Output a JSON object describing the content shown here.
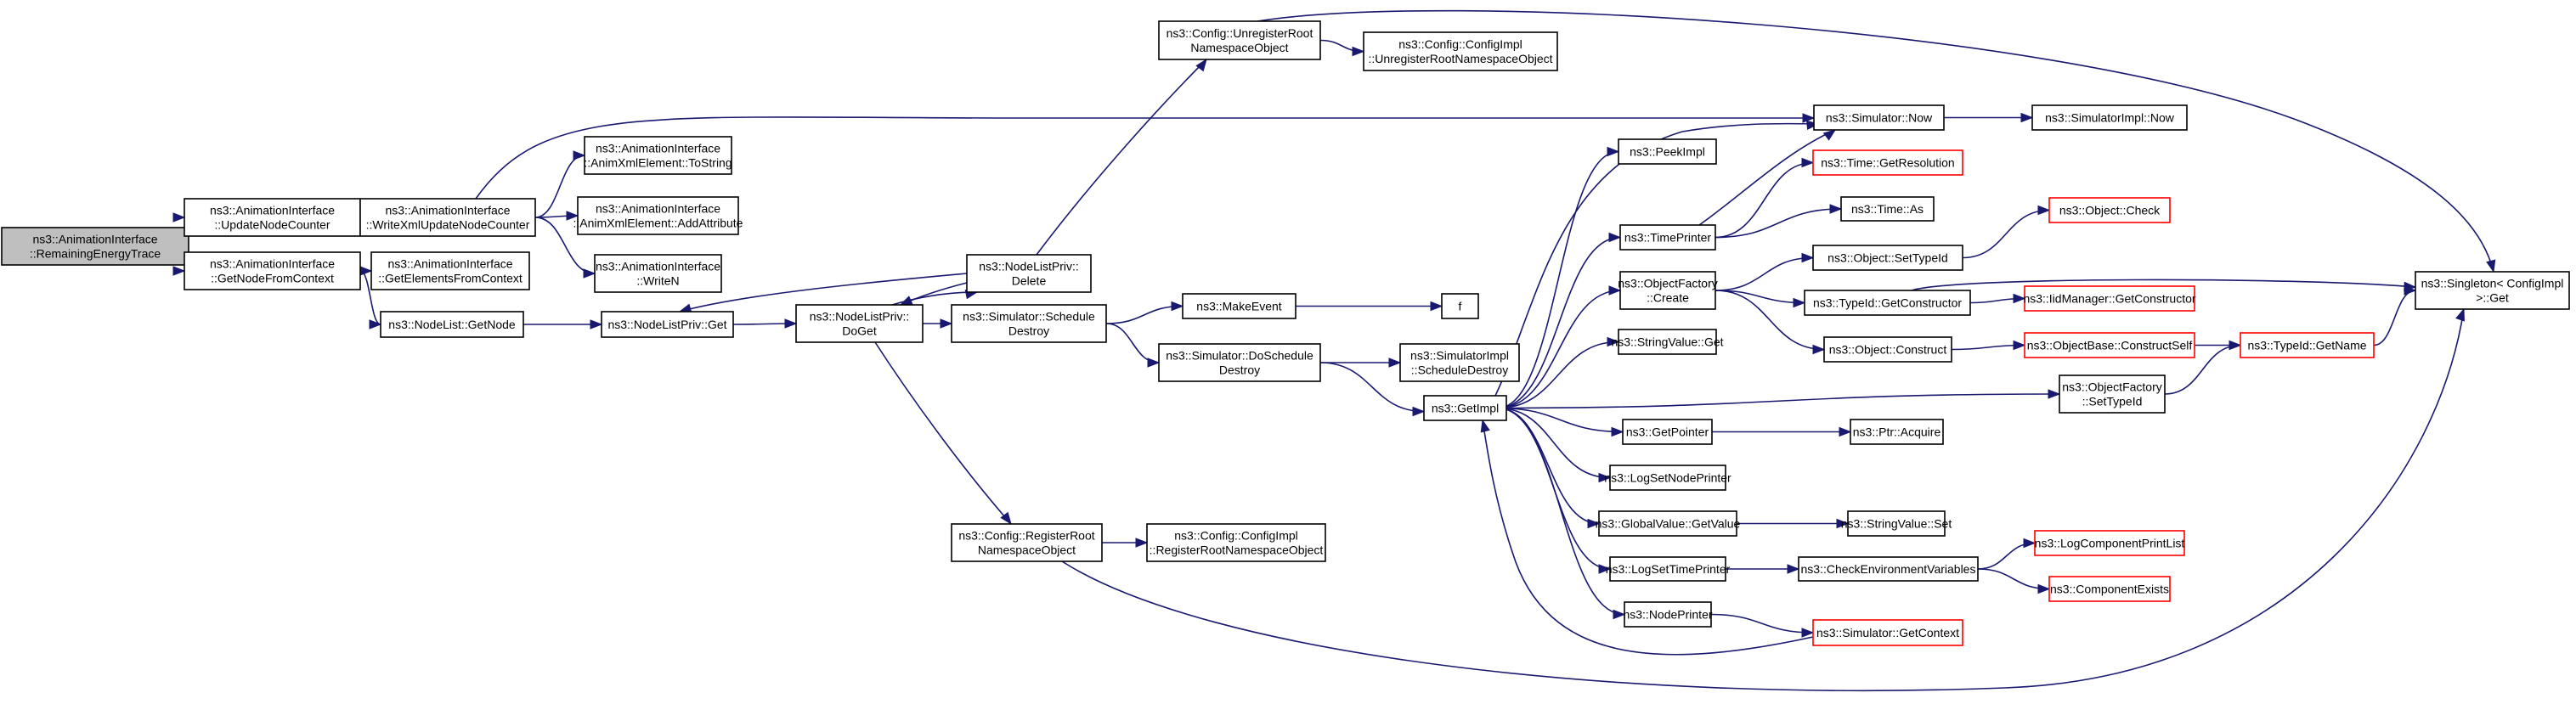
{
  "nodes": [
    {
      "id": "n_ret",
      "lines": [
        "ns3::AnimationInterface",
        "::RemainingEnergyTrace"
      ],
      "root": true
    },
    {
      "id": "n_unc",
      "lines": [
        "ns3::AnimationInterface",
        "::UpdateNodeCounter"
      ]
    },
    {
      "id": "n_gnc",
      "lines": [
        "ns3::AnimationInterface",
        "::GetNodeFromContext"
      ]
    },
    {
      "id": "n_wxu",
      "lines": [
        "ns3::AnimationInterface",
        "::WriteXmlUpdateNodeCounter"
      ]
    },
    {
      "id": "n_gef",
      "lines": [
        "ns3::AnimationInterface",
        "::GetElementsFromContext"
      ]
    },
    {
      "id": "n_nlg",
      "lines": [
        "ns3::NodeList::GetNode"
      ]
    },
    {
      "id": "n_ts1",
      "lines": [
        "ns3::AnimationInterface",
        "::AnimXmlElement::ToString"
      ]
    },
    {
      "id": "n_aa",
      "lines": [
        "ns3::AnimationInterface",
        "::AnimXmlElement::AddAttribute"
      ]
    },
    {
      "id": "n_wn",
      "lines": [
        "ns3::AnimationInterface",
        "::WriteN"
      ]
    },
    {
      "id": "n_nlpget",
      "lines": [
        "ns3::NodeListPriv::Get"
      ]
    },
    {
      "id": "n_doget",
      "lines": [
        "ns3::NodeListPriv::",
        "DoGet"
      ]
    },
    {
      "id": "n_del",
      "lines": [
        "ns3::NodeListPriv::",
        "Delete"
      ]
    },
    {
      "id": "n_unreg",
      "lines": [
        "ns3::Config::UnregisterRoot",
        "NamespaceObject"
      ]
    },
    {
      "id": "n_cfgunreg",
      "lines": [
        "ns3::Config::ConfigImpl",
        "::UnregisterRootNamespaceObject"
      ]
    },
    {
      "id": "n_sched",
      "lines": [
        "ns3::Simulator::Schedule",
        "Destroy"
      ]
    },
    {
      "id": "n_reg",
      "lines": [
        "ns3::Config::RegisterRoot",
        "NamespaceObject"
      ]
    },
    {
      "id": "n_cfgreg",
      "lines": [
        "ns3::Config::ConfigImpl",
        "::RegisterRootNamespaceObject"
      ]
    },
    {
      "id": "n_mkev",
      "lines": [
        "ns3::MakeEvent"
      ]
    },
    {
      "id": "n_dosched",
      "lines": [
        "ns3::Simulator::DoSchedule",
        "Destroy"
      ]
    },
    {
      "id": "n_f",
      "lines": [
        "f"
      ]
    },
    {
      "id": "n_simpl_sd",
      "lines": [
        "ns3::SimulatorImpl",
        "::ScheduleDestroy"
      ]
    },
    {
      "id": "n_getimpl",
      "lines": [
        "ns3::GetImpl"
      ]
    },
    {
      "id": "n_now",
      "lines": [
        "ns3::Simulator::Now"
      ]
    },
    {
      "id": "n_simpl_now",
      "lines": [
        "ns3::SimulatorImpl::Now"
      ]
    },
    {
      "id": "n_peek",
      "lines": [
        "ns3::PeekImpl"
      ]
    },
    {
      "id": "n_getres",
      "lines": [
        "ns3::Time::GetResolution"
      ],
      "red": true
    },
    {
      "id": "n_tp",
      "lines": [
        "ns3::TimePrinter"
      ]
    },
    {
      "id": "n_timeas",
      "lines": [
        "ns3::Time::As"
      ]
    },
    {
      "id": "n_ofc",
      "lines": [
        "ns3::ObjectFactory",
        "::Create"
      ]
    },
    {
      "id": "n_ostid",
      "lines": [
        "ns3::Object::SetTypeId"
      ]
    },
    {
      "id": "n_ocheck",
      "lines": [
        "ns3::Object::Check"
      ],
      "red": true
    },
    {
      "id": "n_tgc",
      "lines": [
        "ns3::TypeId::GetConstructor"
      ]
    },
    {
      "id": "n_iidgc",
      "lines": [
        "ns3::IidManager::GetConstructor"
      ],
      "red": true
    },
    {
      "id": "n_oconst",
      "lines": [
        "ns3::Object::Construct"
      ]
    },
    {
      "id": "n_obcs",
      "lines": [
        "ns3::ObjectBase::ConstructSelf"
      ],
      "red": true
    },
    {
      "id": "n_tgn",
      "lines": [
        "ns3::TypeId::GetName"
      ],
      "red": true
    },
    {
      "id": "n_single",
      "lines": [
        "ns3::Singleton< ConfigImpl",
        " >::Get"
      ]
    },
    {
      "id": "n_svget",
      "lines": [
        "ns3::StringValue::Get"
      ]
    },
    {
      "id": "n_ofstid",
      "lines": [
        "ns3::ObjectFactory",
        "::SetTypeId"
      ]
    },
    {
      "id": "n_getptr",
      "lines": [
        "ns3::GetPointer"
      ]
    },
    {
      "id": "n_ptracq",
      "lines": [
        "ns3::Ptr::Acquire"
      ]
    },
    {
      "id": "n_lsnp",
      "lines": [
        "ns3::LogSetNodePrinter"
      ]
    },
    {
      "id": "n_gvget",
      "lines": [
        "ns3::GlobalValue::GetValue"
      ]
    },
    {
      "id": "n_svset",
      "lines": [
        "ns3::StringValue::Set"
      ]
    },
    {
      "id": "n_lstp",
      "lines": [
        "ns3::LogSetTimePrinter"
      ]
    },
    {
      "id": "n_cev",
      "lines": [
        "ns3::CheckEnvironmentVariables"
      ]
    },
    {
      "id": "n_lcpl",
      "lines": [
        "ns3::LogComponentPrintList"
      ],
      "red": true
    },
    {
      "id": "n_cex",
      "lines": [
        "ns3::ComponentExists"
      ],
      "red": true
    },
    {
      "id": "n_np",
      "lines": [
        "ns3::NodePrinter"
      ]
    },
    {
      "id": "n_sgc",
      "lines": [
        "ns3::Simulator::GetContext"
      ],
      "red": true
    }
  ],
  "edges": [
    [
      "n_ret",
      "n_unc"
    ],
    [
      "n_ret",
      "n_gnc"
    ],
    [
      "n_unc",
      "n_wxu"
    ],
    [
      "n_wxu",
      "n_ts1"
    ],
    [
      "n_wxu",
      "n_aa"
    ],
    [
      "n_wxu",
      "n_wn"
    ],
    [
      "n_wxu",
      "n_now"
    ],
    [
      "n_gnc",
      "n_gef"
    ],
    [
      "n_gnc",
      "n_nlg"
    ],
    [
      "n_nlg",
      "n_nlpget"
    ],
    [
      "n_nlpget",
      "n_doget"
    ],
    [
      "n_doget",
      "n_del"
    ],
    [
      "n_doget",
      "n_sched"
    ],
    [
      "n_doget",
      "n_reg"
    ],
    [
      "n_del",
      "n_nlpget"
    ],
    [
      "n_del",
      "n_doget"
    ],
    [
      "n_del",
      "n_unreg"
    ],
    [
      "n_unreg",
      "n_cfgunreg"
    ],
    [
      "n_unreg",
      "n_single"
    ],
    [
      "n_reg",
      "n_cfgreg"
    ],
    [
      "n_reg",
      "n_single"
    ],
    [
      "n_sched",
      "n_mkev"
    ],
    [
      "n_sched",
      "n_dosched"
    ],
    [
      "n_mkev",
      "n_f"
    ],
    [
      "n_dosched",
      "n_simpl_sd"
    ],
    [
      "n_dosched",
      "n_getimpl"
    ],
    [
      "n_getimpl",
      "n_peek"
    ],
    [
      "n_getimpl",
      "n_tp"
    ],
    [
      "n_getimpl",
      "n_ofc"
    ],
    [
      "n_getimpl",
      "n_svget"
    ],
    [
      "n_getimpl",
      "n_getptr"
    ],
    [
      "n_getimpl",
      "n_lsnp"
    ],
    [
      "n_getimpl",
      "n_gvget"
    ],
    [
      "n_getimpl",
      "n_lstp"
    ],
    [
      "n_getimpl",
      "n_np"
    ],
    [
      "n_getimpl",
      "n_ofstid"
    ],
    [
      "n_getimpl",
      "n_now"
    ],
    [
      "n_now",
      "n_simpl_now"
    ],
    [
      "n_tp",
      "n_getres"
    ],
    [
      "n_tp",
      "n_timeas"
    ],
    [
      "n_tp",
      "n_now"
    ],
    [
      "n_ofc",
      "n_ostid"
    ],
    [
      "n_ofc",
      "n_tgc"
    ],
    [
      "n_ofc",
      "n_oconst"
    ],
    [
      "n_ostid",
      "n_ocheck"
    ],
    [
      "n_tgc",
      "n_iidgc"
    ],
    [
      "n_tgc",
      "n_single"
    ],
    [
      "n_oconst",
      "n_obcs"
    ],
    [
      "n_obcs",
      "n_tgn"
    ],
    [
      "n_ofstid",
      "n_tgn"
    ],
    [
      "n_tgn",
      "n_single"
    ],
    [
      "n_getptr",
      "n_ptracq"
    ],
    [
      "n_gvget",
      "n_svset"
    ],
    [
      "n_lstp",
      "n_cev"
    ],
    [
      "n_cev",
      "n_lcpl"
    ],
    [
      "n_cev",
      "n_cex"
    ],
    [
      "n_np",
      "n_sgc"
    ],
    [
      "n_sgc",
      "n_getimpl"
    ]
  ]
}
